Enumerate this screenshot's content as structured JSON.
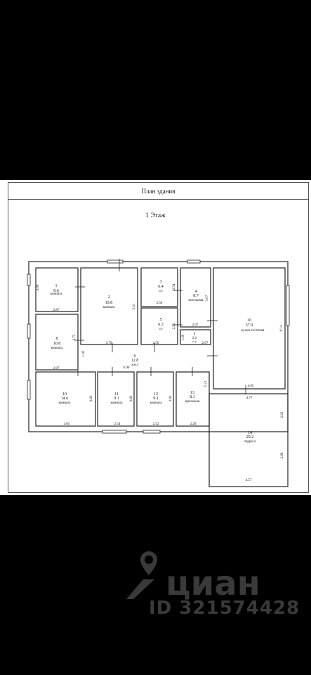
{
  "sheet": {
    "title": "План здания",
    "floor_label": "1  Этаж"
  },
  "rooms": [
    {
      "num": "1",
      "area": "8.6",
      "name": "комната"
    },
    {
      "num": "2",
      "area": "19.8",
      "name": "комната"
    },
    {
      "num": "3",
      "area": "6.4",
      "name": "с/у"
    },
    {
      "num": "4",
      "area": "8.7",
      "name": "котельная"
    },
    {
      "num": "5",
      "area": "6.3",
      "name": "с/у"
    },
    {
      "num": "6",
      "area": "2.2",
      "name": "с/у"
    },
    {
      "num": "8",
      "area": "10.8",
      "name": "комната"
    },
    {
      "num": "9",
      "area": "12.8",
      "name": "холл"
    },
    {
      "num": "10",
      "area": "37.9",
      "name": "кухня-гостиная"
    },
    {
      "num": "10",
      "area": "14.6",
      "name": "комната"
    },
    {
      "num": "11",
      "area": "9.1",
      "name": "комната"
    },
    {
      "num": "12",
      "area": "9.1",
      "name": "комната"
    },
    {
      "num": "13",
      "area": "8.1",
      "name": "прихожая"
    },
    {
      "num": "14",
      "area": "29.2",
      "name": "терраса"
    }
  ],
  "dimensions": [
    "3.00",
    "2.87",
    "5.21",
    "2.50",
    "2.54",
    "3.07",
    "2.07",
    "8.14",
    "2.52",
    "1.09",
    "2.07",
    "3.75",
    "2.87",
    "3.79",
    "2.50",
    "1.42",
    "6.90",
    "4.65",
    "4.77",
    "5.21",
    "3.60",
    "3.60",
    "3.60",
    "4.05",
    "2.54",
    "2.52",
    "2.20",
    "2.63",
    "2.68",
    "4.57"
  ],
  "watermark": {
    "brand": "циан",
    "id_text": "ID 321574428"
  }
}
